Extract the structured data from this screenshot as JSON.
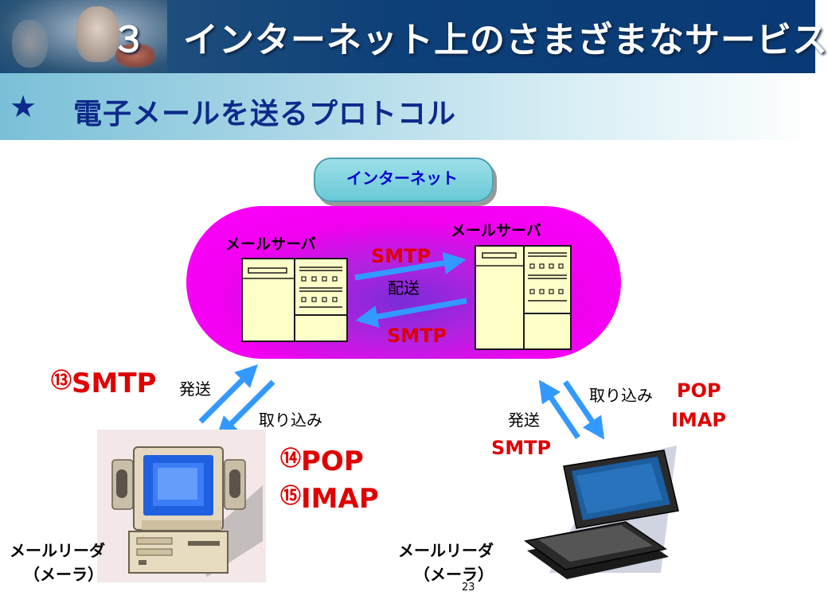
{
  "header": {
    "title": "３　インターネット上のさまざまなサービス"
  },
  "subtitle": {
    "star": "★",
    "text": "電子メールを送るプロトコル"
  },
  "diagram": {
    "internet_label": "インターネット",
    "server_left_label": "メールサーバ",
    "server_right_label": "メールサーバ",
    "smtp_top": "SMTP",
    "relay_label": "配送",
    "smtp_bottom": "SMTP",
    "left_client": {
      "protocol_send": {
        "number": "⑬",
        "name": "SMTP"
      },
      "send_label": "発送",
      "receive_label": "取り込み",
      "protocol_pop": {
        "number": "⑭",
        "name": "POP"
      },
      "protocol_imap": {
        "number": "⑮",
        "name": "IMAP"
      },
      "reader_line1": "メールリーダ",
      "reader_line2": "（メーラ）"
    },
    "right_client": {
      "receive_label": "取り込み",
      "pop": "POP",
      "imap": "IMAP",
      "send_label": "発送",
      "smtp": "SMTP",
      "reader_line1": "メールリーダ",
      "reader_line2": "（メーラ）"
    }
  },
  "colors": {
    "protocol_red": "#e00000",
    "arrow_blue": "#3399ff",
    "pill_magenta": "#ff00ff",
    "title_navy": "#0d2a8a"
  },
  "footer": {
    "page_number": "23"
  }
}
